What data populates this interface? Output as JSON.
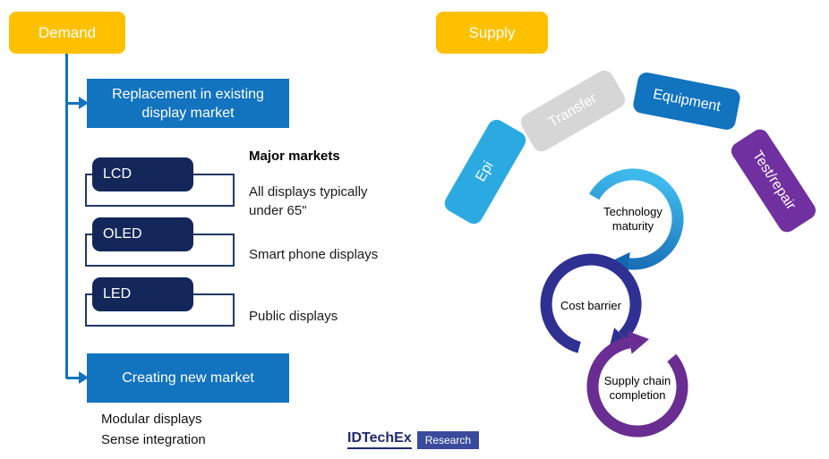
{
  "demand": {
    "label": "Demand",
    "replacement_box": "Replacement in existing display market",
    "creating_box": "Creating new market",
    "major_markets_heading": "Major markets",
    "pills": [
      {
        "label": "LCD",
        "note": "All displays typically under 65\""
      },
      {
        "label": "OLED",
        "note": "Smart phone displays"
      },
      {
        "label": "LED",
        "note": "Public displays"
      }
    ],
    "footnote_line1": "Modular displays",
    "footnote_line2": "Sense integration"
  },
  "supply": {
    "label": "Supply",
    "pills": [
      {
        "label": "Epi",
        "color": "#2BAAE2"
      },
      {
        "label": "Transfer",
        "color": "#D6D6D6"
      },
      {
        "label": "Equipment",
        "color": "#1273BF"
      },
      {
        "label": "Test/repair",
        "color": "#7030A0"
      }
    ],
    "cycle": [
      {
        "label": "Technology maturity"
      },
      {
        "label": "Cost barrier"
      },
      {
        "label": "Supply chain completion"
      }
    ]
  },
  "branding": {
    "brand": "IDTechEx",
    "suffix": "Research"
  },
  "colors": {
    "tag_yellow": "#FFC000",
    "flow_blue": "#1273BF",
    "pill_navy": "#13275B",
    "outline_navy": "#203864",
    "cycle_blue_start": "#3FB9EC",
    "cycle_blue_end": "#1467B1",
    "cycle_navy": "#2E3192",
    "cycle_purple": "#6A2D91"
  }
}
